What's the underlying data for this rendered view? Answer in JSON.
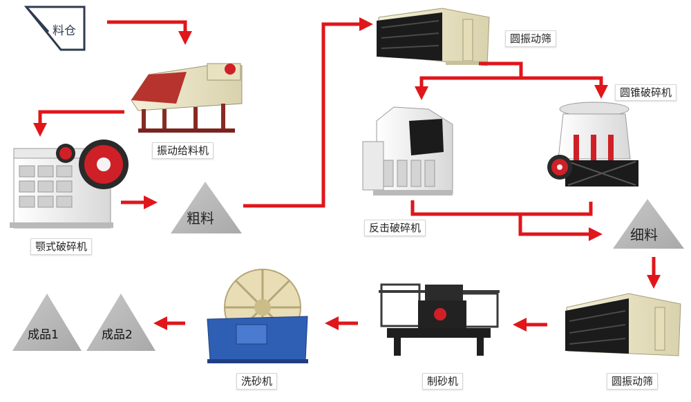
{
  "colors": {
    "arrow": "#e0161b",
    "pile": "#b8b8b8",
    "machine_body": "#ece7c8",
    "screen_black": "#1b1b1b",
    "wheel_red": "#cf2027",
    "washer_blue": "#2f5fb4"
  },
  "nodes": {
    "hopper": "料仓",
    "feeder": "振动给料机",
    "jaw": "颚式破碎机",
    "coarse": "粗料",
    "screen_top": "圆振动筛",
    "cone": "圆锥破碎机",
    "impact": "反击破碎机",
    "fine": "细料",
    "screen_bottom": "圆振动筛",
    "sand_maker": "制砂机",
    "washer": "洗砂机",
    "product1": "成品1",
    "product2": "成品2"
  }
}
